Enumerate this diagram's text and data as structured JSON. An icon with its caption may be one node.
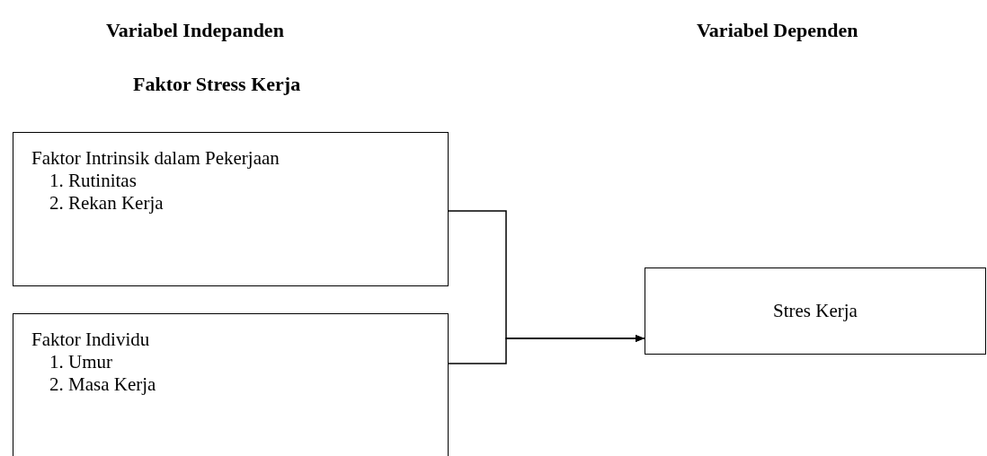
{
  "diagram": {
    "nodes": [
      {
        "text": [
          "Faktor Intrinsik dalam Pekerjaan",
          "1. Rutinitas",
          "2. Rekan Kerja"
        ]
      },
      {
        "text": [
          "Faktor Individu",
          "1. Umur",
          "2. Masa Kerja"
        ]
      },
      {
        "text": [
          "Stres Kerja"
        ]
      }
    ],
    "edges": [
      {
        "from": 0,
        "to": 2,
        "arrow": "to"
      },
      {
        "from": 1,
        "to": 2,
        "arrow": "to"
      }
    ],
    "labels": [
      "Variabel Indepanden",
      "Variabel Dependen",
      "Faktor Stress Kerja"
    ]
  }
}
